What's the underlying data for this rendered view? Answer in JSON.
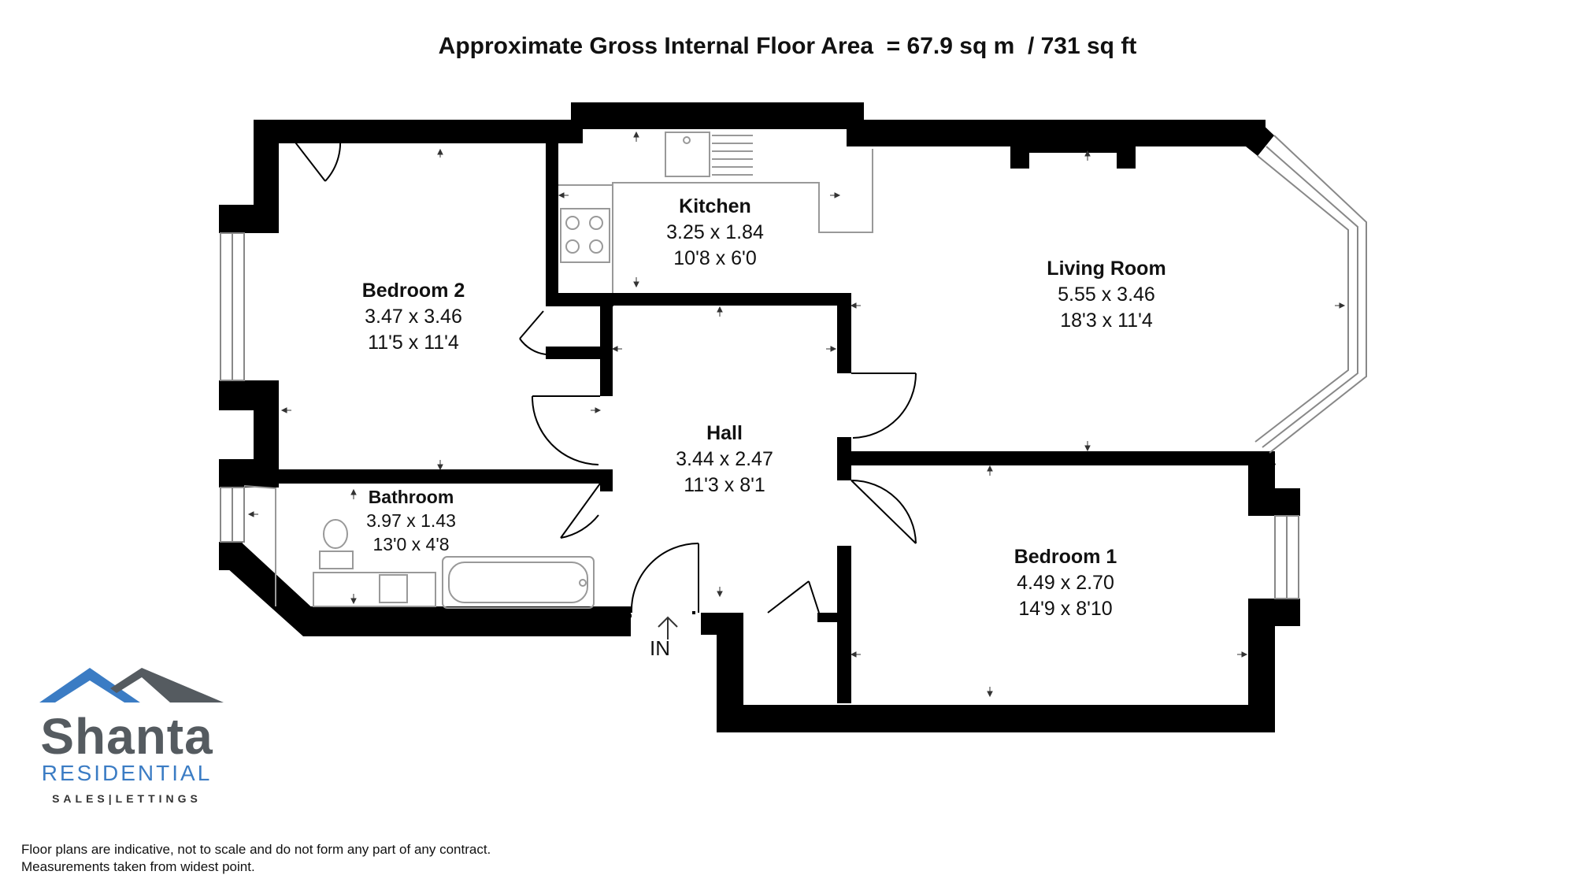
{
  "header": {
    "area_title": "Approximate Gross Internal Floor Area  = 67.9 sq m  / 731 sq ft"
  },
  "rooms": {
    "bedroom2": {
      "name": "Bedroom 2",
      "metric": "3.47 x 3.46",
      "imperial": "11'5 x 11'4"
    },
    "kitchen": {
      "name": "Kitchen",
      "metric": "3.25 x 1.84",
      "imperial": "10'8 x 6'0"
    },
    "living_room": {
      "name": "Living Room",
      "metric": "5.55 x 3.46",
      "imperial": "18'3 x 11'4"
    },
    "hall": {
      "name": "Hall",
      "metric": "3.44 x 2.47",
      "imperial": "11'3 x 8'1"
    },
    "bathroom": {
      "name": "Bathroom",
      "metric": "3.97 x 1.43",
      "imperial": "13'0 x 4'8"
    },
    "bedroom1": {
      "name": "Bedroom 1",
      "metric": "4.49 x 2.70",
      "imperial": "14'9 x 8'10"
    }
  },
  "entry_label": "IN",
  "logo": {
    "name": "Shanta",
    "subtitle": "RESIDENTIAL",
    "tagline": "SALES|LETTINGS",
    "colors": {
      "roof_blue": "#3b7cc4",
      "roof_grey": "#555b60",
      "text_grey": "#555b60"
    }
  },
  "disclaimer": {
    "line1": "Floor plans are indicative, not to scale and do not form any part of any contract.",
    "line2": "Measurements taken from widest point."
  },
  "colors": {
    "wall": "#000000",
    "fixture_line": "#999999",
    "window": "#888888"
  }
}
